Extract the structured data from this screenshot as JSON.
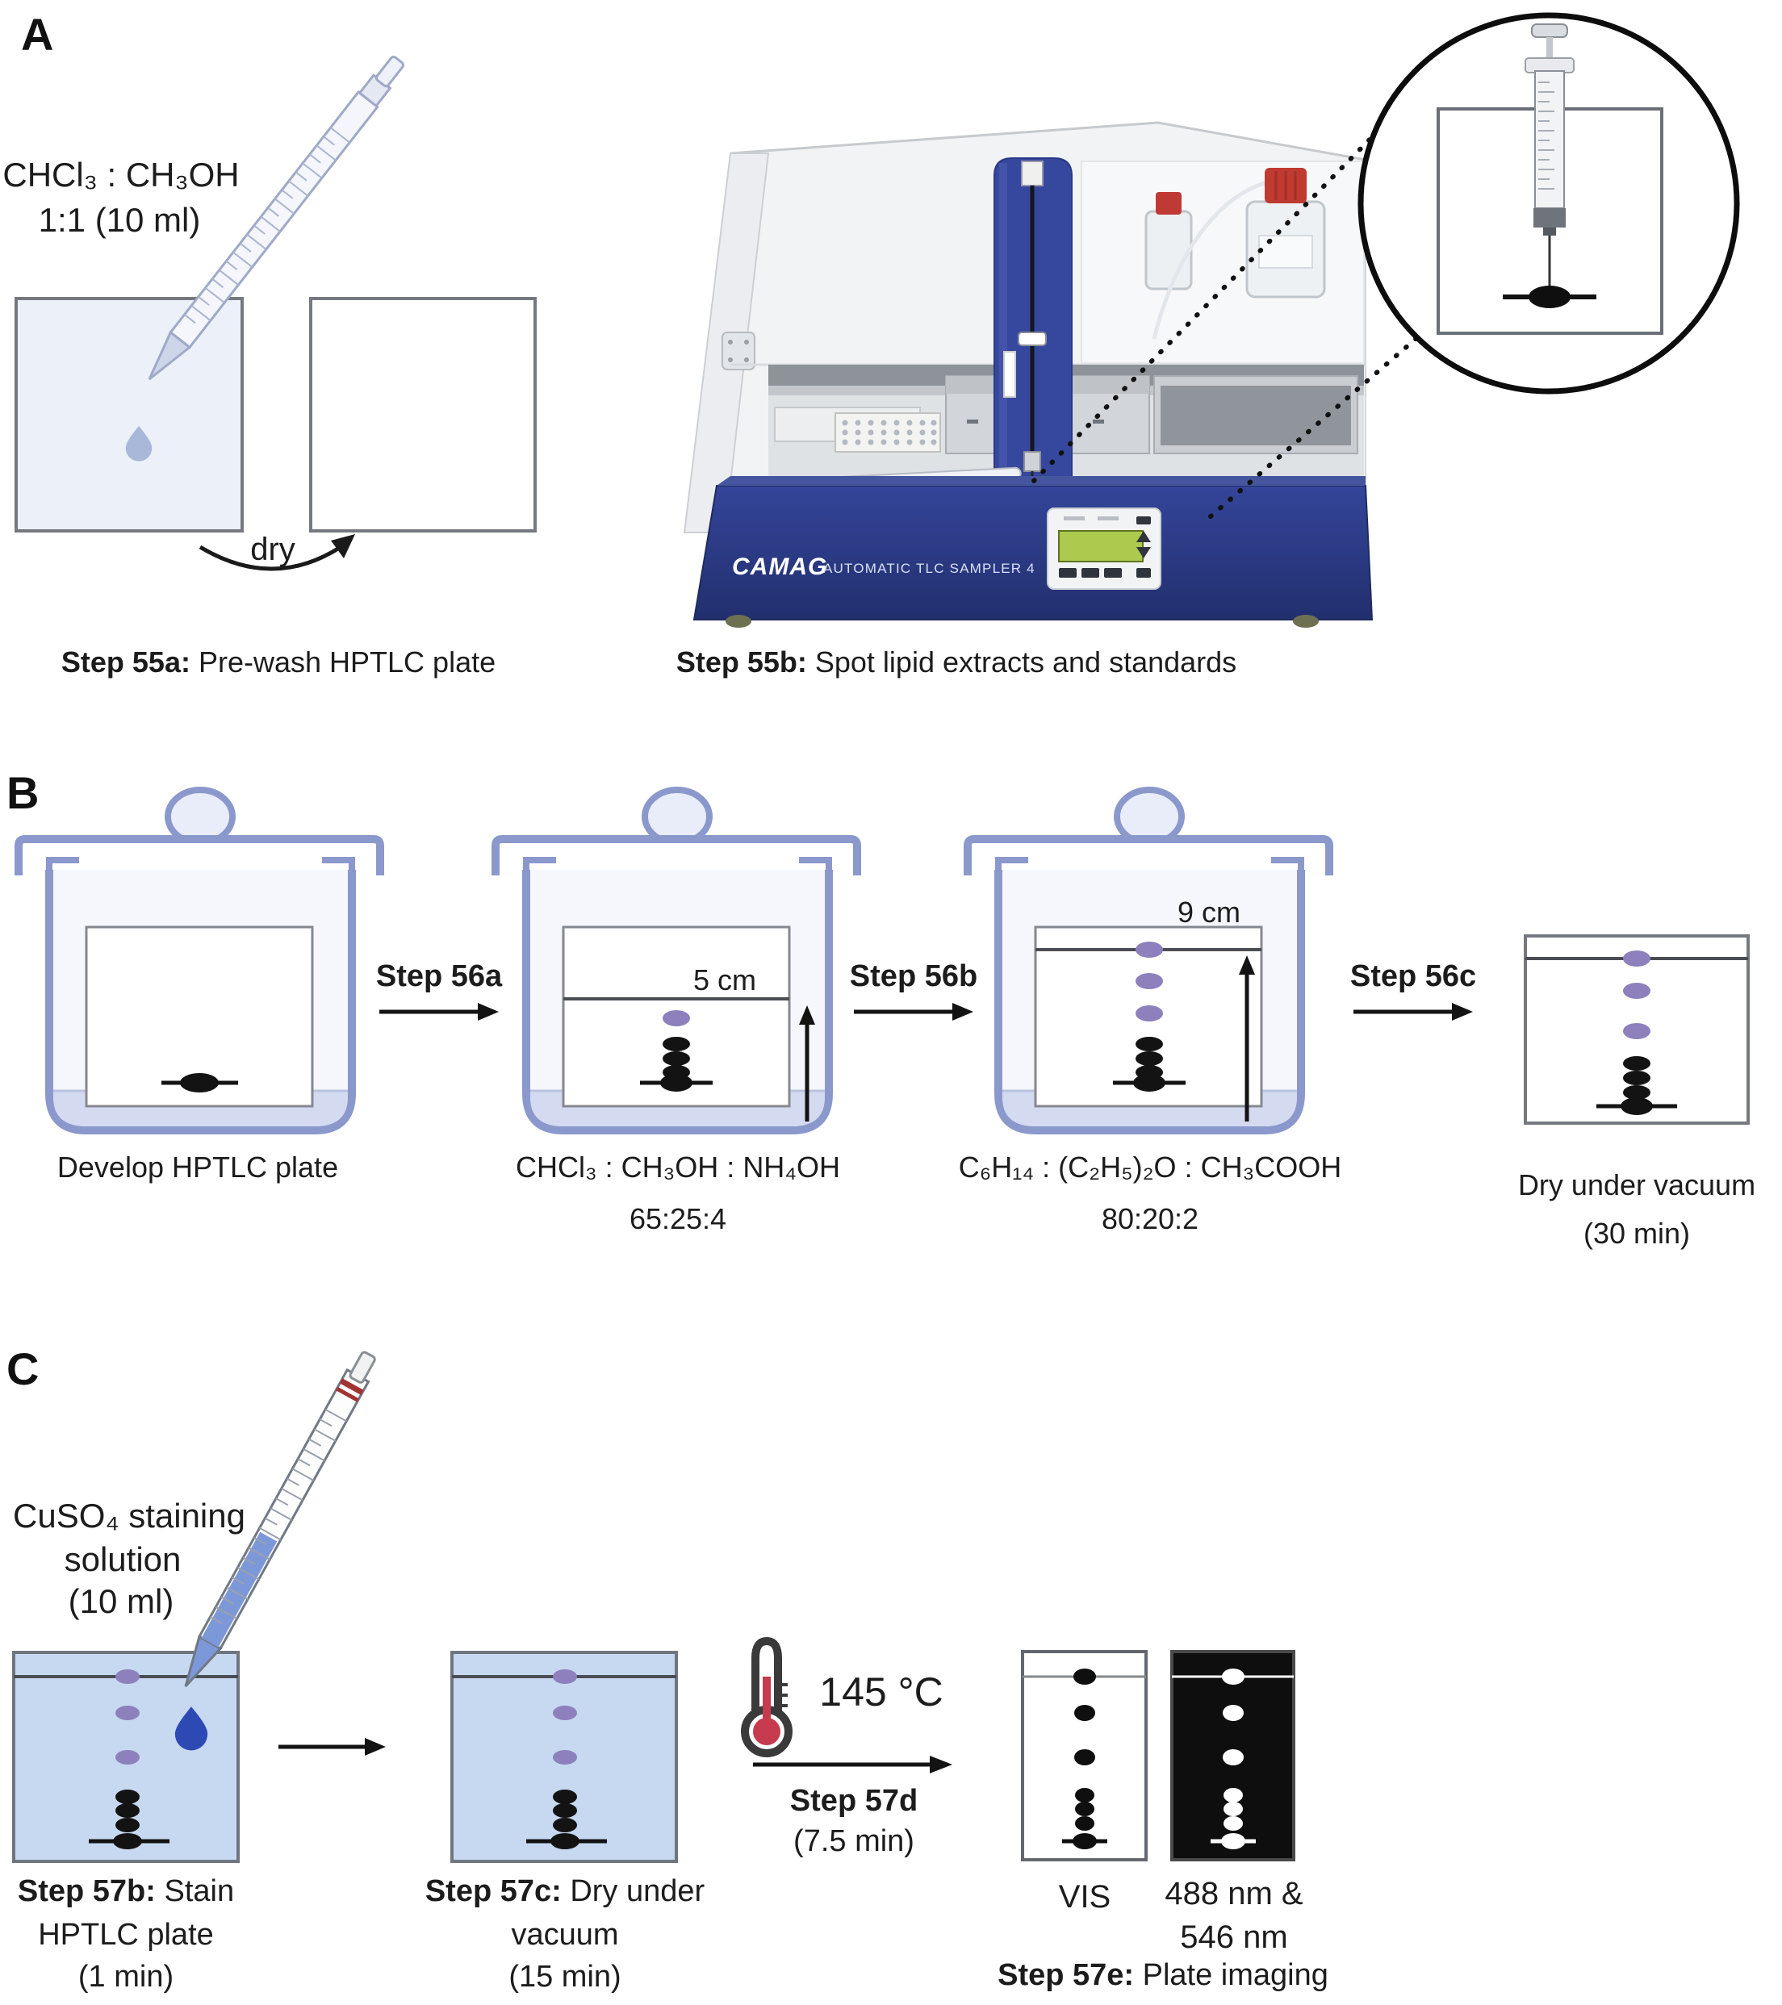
{
  "a": {
    "letter": "A",
    "solvent1": "CHCl₃ : CH₃OH",
    "solvent2": "1:1 (10 ml)",
    "dry": "dry",
    "step55a_bold": "Step 55a:",
    "step55a_text": " Pre-wash HPTLC plate",
    "step55b_bold": "Step 55b:",
    "step55b_text": " Spot lipid extracts and standards",
    "brand": "CAMAG",
    "model": "AUTOMATIC TLC SAMPLER 4"
  },
  "b": {
    "letter": "B",
    "cap1": "Develop HPTLC plate",
    "step56a": "Step 56a",
    "step56b": "Step 56b",
    "step56c": "Step 56c",
    "cap2l1": "CHCl₃ : CH₃OH : NH₄OH",
    "cap2l2": "65:25:4",
    "cap3l1": "C₆H₁₄ : (C₂H₅)₂O : CH₃COOH",
    "cap3l2": "80:20:2",
    "cap4l1": "Dry under vacuum",
    "cap4l2": "(30 min)",
    "d5": "5 cm",
    "d9": "9 cm"
  },
  "c": {
    "letter": "C",
    "stain1": "CuSO₄ staining",
    "stain2": "solution",
    "stain3": "(10 ml)",
    "step57b_bold": "Step 57b:",
    "step57b_text": " Stain",
    "step57b_l2": "HPTLC plate",
    "step57b_l3": "(1 min)",
    "step57c_bold": "Step 57c:",
    "step57c_text": " Dry under",
    "step57c_l2": "vacuum",
    "step57c_l3": "(15 min)",
    "temp": "145 °C",
    "step57d": "Step 57d",
    "step57d_time": "(7.5 min)",
    "vis": "VIS",
    "fluo1": "488 nm &",
    "fluo2": "546 nm",
    "step57e_bold": "Step 57e:",
    "step57e_text": " Plate imaging"
  },
  "colors": {
    "machine_blue": "#36479e",
    "machine_base_blue": "#2c3d8c",
    "jar_outline": "#8b98cc",
    "plate_light_blue": "#c6d9f1",
    "spot_purple": "#8d80bc",
    "spot_black": "#131313",
    "thermometer_red": "#c63b4d",
    "drop_blue": "#2c49b4",
    "drop_pale_blue": "#a9b7d8",
    "lcd_green": "#adc94e"
  }
}
